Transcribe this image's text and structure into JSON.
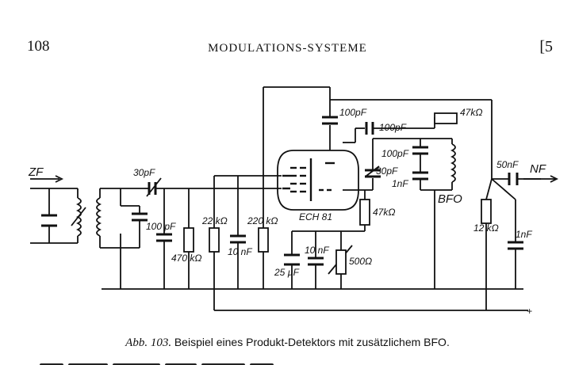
{
  "header": {
    "page_number": "108",
    "running_head": "MODULATIONS-SYSTEME",
    "chapter_marker": "[5"
  },
  "schematic": {
    "inputs": {
      "zf": "ZF",
      "nf": "NF"
    },
    "tube": "ECH 81",
    "oscillator": "BFO",
    "capacitors": {
      "c_30pf_input": "30pF",
      "c_100pf_grid": "100 pF",
      "c_10nf_a": "10 nF",
      "c_100pf_top": "100pF",
      "c_100pf_mid": "100pF",
      "c_100pf_osc": "100pF",
      "c_30pf_osc": "30pF",
      "c_1nf_osc": "1nF",
      "c_10nf_b": "10 nF",
      "c_25uf": "25 µF",
      "c_50nf_out": "50nF",
      "c_1nf_out": "1nF"
    },
    "resistors": {
      "r_470k": "470 kΩ",
      "r_22k": "22 kΩ",
      "r_220k": "220 kΩ",
      "r_47k_top": "47kΩ",
      "r_47k_mid": "47kΩ",
      "r_500": "500Ω",
      "r_12k": "12 kΩ"
    },
    "supply_mark": "+"
  },
  "caption": {
    "figure": "Abb. 103.",
    "text": "Beispiel eines Produkt-Detektors mit zusätzlichem BFO."
  }
}
